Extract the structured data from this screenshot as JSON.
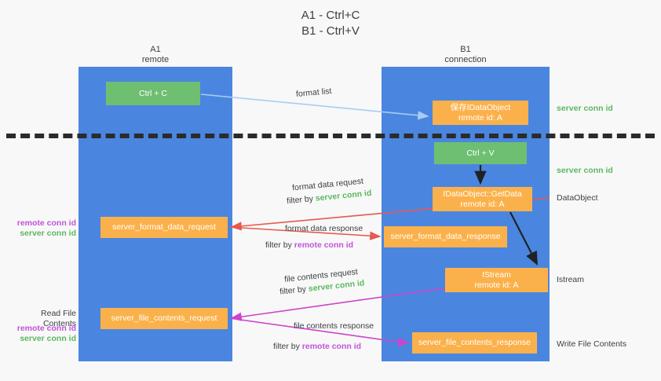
{
  "title": {
    "line1": "A1 - Ctrl+C",
    "line2": "B1 - Ctrl+V"
  },
  "lanes": [
    {
      "id": "a1",
      "name": "A1",
      "sub": "remote"
    },
    {
      "id": "b1",
      "name": "B1",
      "sub": "connection"
    }
  ],
  "nodes": {
    "ctrl_c": {
      "line1": "Ctrl + C",
      "line2": "",
      "color": "#6fbf73"
    },
    "save_idataobject": {
      "line1": "保存IDataObject",
      "line2": "remote id: A",
      "color": "#fbb14b"
    },
    "ctrl_v": {
      "line1": "Ctrl + V",
      "line2": "",
      "color": "#6fbf73"
    },
    "getdata": {
      "line1": "IDataObject::GetData",
      "line2": "remote id: A",
      "color": "#fbb14b"
    },
    "format_data_request": {
      "line1": "server_format_data_request",
      "line2": "",
      "color": "#fbb14b"
    },
    "format_data_response": {
      "line1": "server_format_data_response",
      "line2": "",
      "color": "#fbb14b"
    },
    "istream": {
      "line1": "IStream",
      "line2": "remote id: A",
      "color": "#fbb14b"
    },
    "file_contents_request": {
      "line1": "server_file_contents_request",
      "line2": "",
      "color": "#fbb14b"
    },
    "file_contents_response": {
      "line1": "server_file_contents_response",
      "line2": "",
      "color": "#fbb14b"
    }
  },
  "side_labels": {
    "right_server_conn_1": "server conn id",
    "right_server_conn_2": "server conn id",
    "dataobject": "DataObject",
    "istream": "Istream",
    "write_file_contents": "Write File Contents",
    "left_remote_conn_1": "remote conn id",
    "left_server_conn_1": "server conn id",
    "read_file_contents": "Read File Contents",
    "left_remote_conn_2": "remote conn id",
    "left_server_conn_2": "server conn id"
  },
  "arrow_captions": {
    "format_list": "format list",
    "format_data_request": "format data request",
    "format_data_request_filter_prefix": "filter by ",
    "format_data_request_filter_value": "server conn id",
    "format_data_response": "format data response",
    "format_data_response_filter_prefix": "filter by ",
    "format_data_response_filter_value": "remote conn id",
    "file_contents_request": "file contents request",
    "file_contents_request_filter_prefix": "filter by ",
    "file_contents_request_filter_value": "server conn id",
    "file_contents_response": "file contents response",
    "file_contents_response_filter_prefix": "filter by ",
    "file_contents_response_filter_value": "remote conn id"
  },
  "colors": {
    "lane": "#4a86e0",
    "green_node": "#6fbf73",
    "orange_node": "#fbb14b",
    "green_text": "#5cb860",
    "purple_text": "#c154d8",
    "red_arrow": "#e8584f",
    "magenta_arrow": "#cc44cc",
    "light_blue_arrow": "#a8cdf0",
    "black_arrow": "#202124",
    "background": "#f8f8f8",
    "divider": "#2b2b2b"
  }
}
